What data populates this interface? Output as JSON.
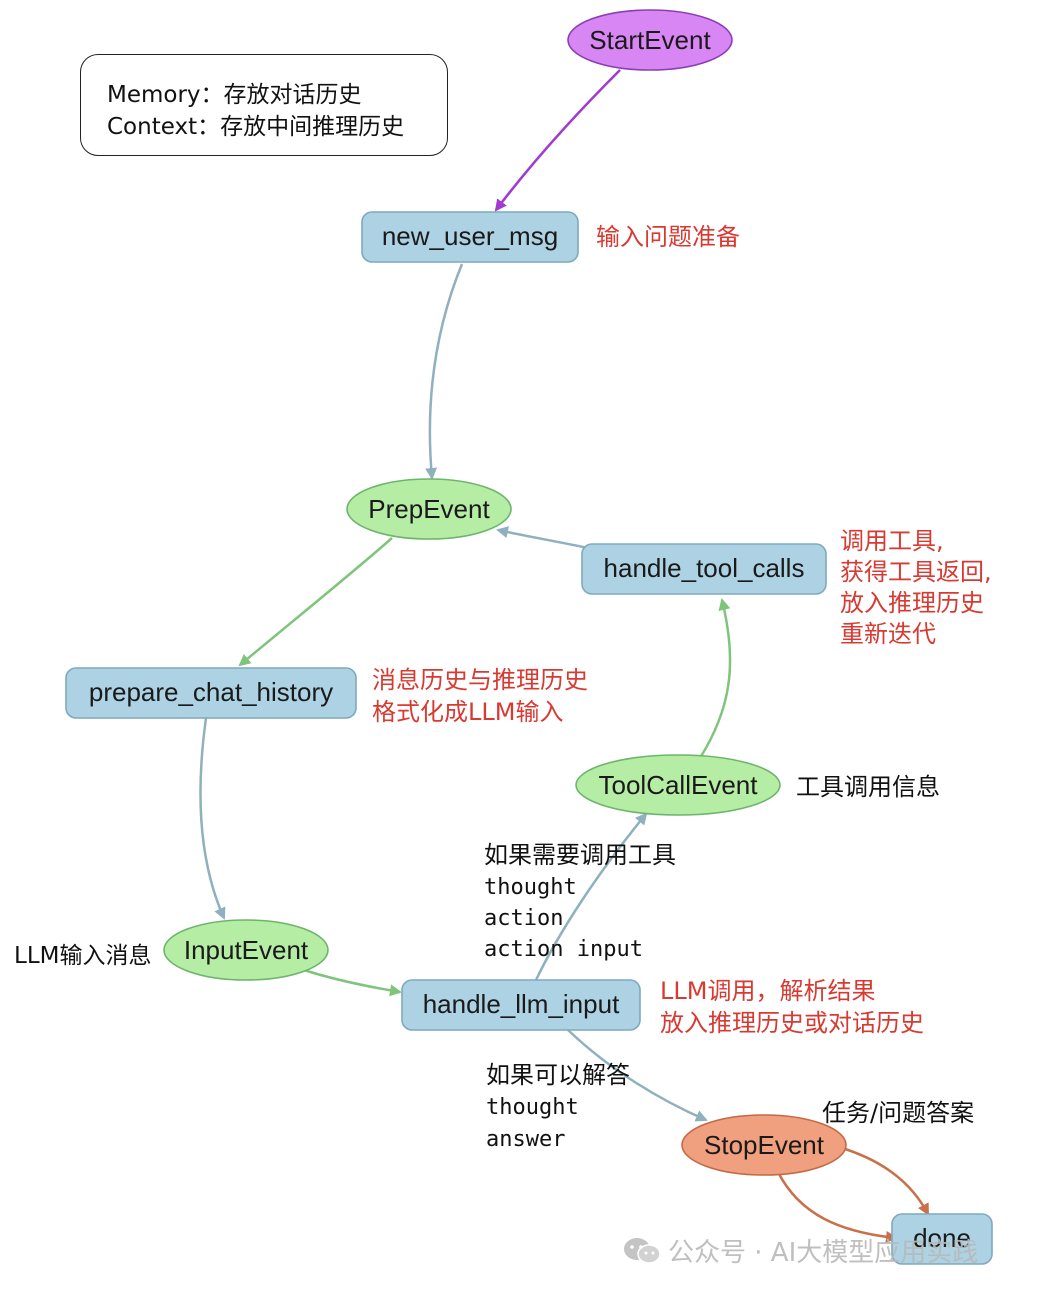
{
  "memo": {
    "line1": "Memory：存放对话历史",
    "line2": "Context：存放中间推理历史"
  },
  "nodes": {
    "start_event": "StartEvent",
    "new_user_msg": "new_user_msg",
    "prep_event": "PrepEvent",
    "handle_tool_calls": "handle_tool_calls",
    "prepare_chat_history": "prepare_chat_history",
    "tool_call_event": "ToolCallEvent",
    "input_event": "InputEvent",
    "handle_llm_input": "handle_llm_input",
    "stop_event": "StopEvent",
    "done": "done"
  },
  "annotations": {
    "new_user_msg_note": "输入问题准备",
    "tool_calls_note_1": "调用工具,",
    "tool_calls_note_2": "获得工具返回,",
    "tool_calls_note_3": "放入推理历史",
    "tool_calls_note_4": "重新迭代",
    "chat_history_note_1": "消息历史与推理历史",
    "chat_history_note_2": "格式化成LLM输入",
    "tool_call_event_note": "工具调用信息",
    "tool_branch_1": "如果需要调用工具",
    "tool_branch_2": "thought",
    "tool_branch_3": "action",
    "tool_branch_4": "action input",
    "input_event_note": "LLM输入消息",
    "llm_input_note_1": "LLM调用，解析结果",
    "llm_input_note_2": "放入推理历史或对话历史",
    "answer_branch_1": "如果可以解答",
    "answer_branch_2": "thought",
    "answer_branch_3": "answer",
    "stop_event_note": "任务/问题答案"
  },
  "colors": {
    "start": "#d986f5",
    "event": "#b6eda5",
    "stop": "#f0a07e",
    "step": "#add2e3",
    "edge_blue": "#8fb0bd",
    "edge_green": "#7fc47b",
    "edge_purple": "#a03ad0",
    "edge_orange": "#c8704a",
    "annotation_red": "#d83a32"
  },
  "watermark": "公众号 · AI大模型应用实践"
}
